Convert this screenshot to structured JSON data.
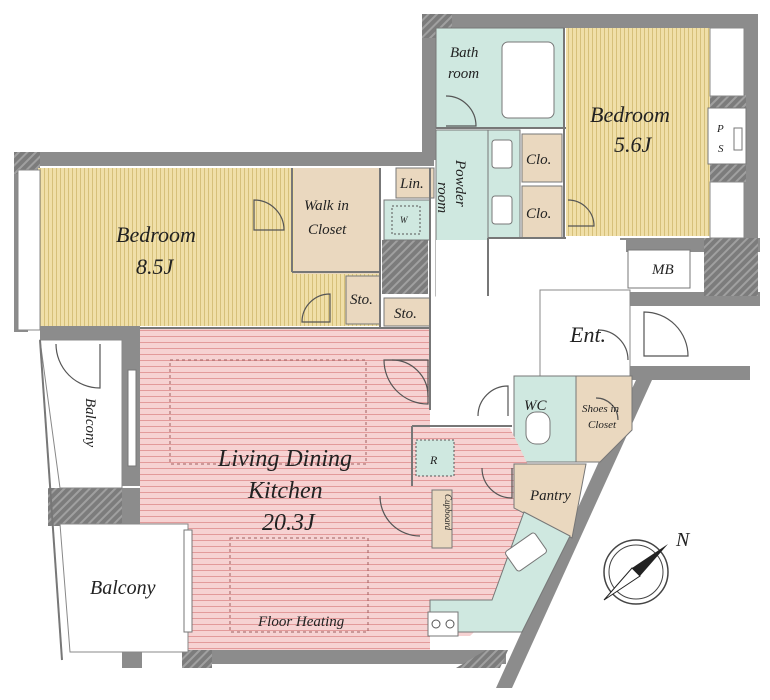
{
  "rooms": {
    "bath": "Bath\nroom",
    "bedroom_small": {
      "name": "Bedroom",
      "size": "5.6J"
    },
    "bedroom_large": {
      "name": "Bedroom",
      "size": "8.5J"
    },
    "walk_in_closet": "Walk in\nCloset",
    "linen": "Lin.",
    "washer": "W",
    "powder_room": "Powder\nroom",
    "closet_1": "Clo.",
    "closet_2": "Clo.",
    "pipe_space": "P\nS",
    "meter_box": "MB",
    "storage_1": "Sto.",
    "storage_2": "Sto.",
    "entrance": "Ent.",
    "wc": "WC",
    "shoes_closet": "Shoes in\nCloset",
    "living": {
      "line1": "Living Dining",
      "line2": "Kitchen",
      "size": "20.3J"
    },
    "refrigerator": "R",
    "cupboard": "Cupboard",
    "pantry": "Pantry",
    "balcony_upper": "Balcony",
    "balcony_lower": "Balcony",
    "floor_heating": "Floor Heating"
  },
  "compass": {
    "label": "N"
  },
  "colors": {
    "wall": "#8c8c8c",
    "bedroom_floor": "#f0dfa8",
    "living_floor": "#f4c9c9",
    "wet_area": "#cfe8e0",
    "closet": "#ead8bf",
    "stripe_bed": "#d6c07a",
    "stripe_living": "#e29a9a"
  }
}
